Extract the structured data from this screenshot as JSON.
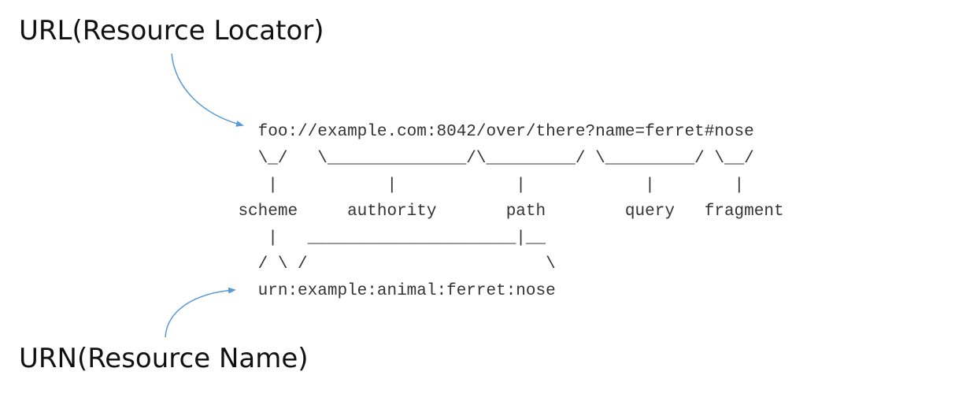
{
  "labels": {
    "url_title": "URL(Resource Locator)",
    "urn_title": "URN(Resource Name)"
  },
  "diagram": {
    "lines": [
      "                          foo://example.com:8042/over/there?name=ferret#nose",
      "                          \\_/   \\______________/\\_________/ \\_________/ \\__/",
      "                           |           |            |            |        |",
      "                        scheme     authority       path        query   fragment",
      "                           |   _____________________|__",
      "                          / \\ /                        \\",
      "                          urn:example:animal:ferret:nose"
    ]
  },
  "colors": {
    "arrow": "#5b9bd5",
    "text": "#333333",
    "title": "#111111"
  }
}
